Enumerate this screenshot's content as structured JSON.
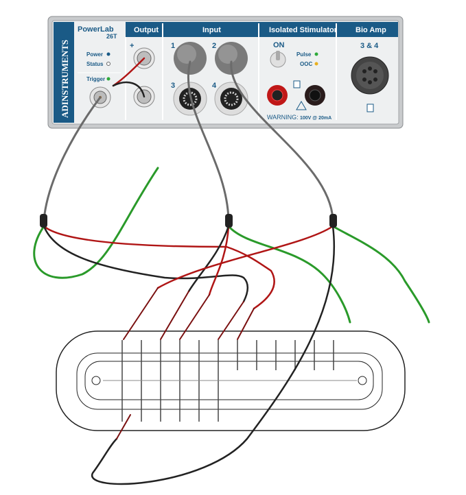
{
  "device": {
    "brand": "ADINSTRUMENTS",
    "model_line1": "PowerLab",
    "model_line2": "26T",
    "indicators": {
      "power": "Power",
      "status": "Status",
      "trigger": "Trigger"
    },
    "sections": {
      "output": "Output",
      "input": "Input",
      "stimulator": "Isolated Stimulator",
      "bioamp": "Bio Amp"
    },
    "output_plus": "+",
    "input_channels": [
      "1",
      "2",
      "3",
      "4"
    ],
    "stim_switch": "ON",
    "stim_indicators": {
      "pulse": "Pulse",
      "ooc": "OOC"
    },
    "warning": "WARNING:",
    "warning_rating": "100V @ 20mA",
    "bioamp_channels": "3 & 4"
  },
  "colors": {
    "panel_blue": "#1a5a86",
    "red_lead": "#b01515",
    "black_lead": "#222222",
    "green_lead": "#2a9a2a",
    "grey_cable": "#6b6b6b"
  }
}
